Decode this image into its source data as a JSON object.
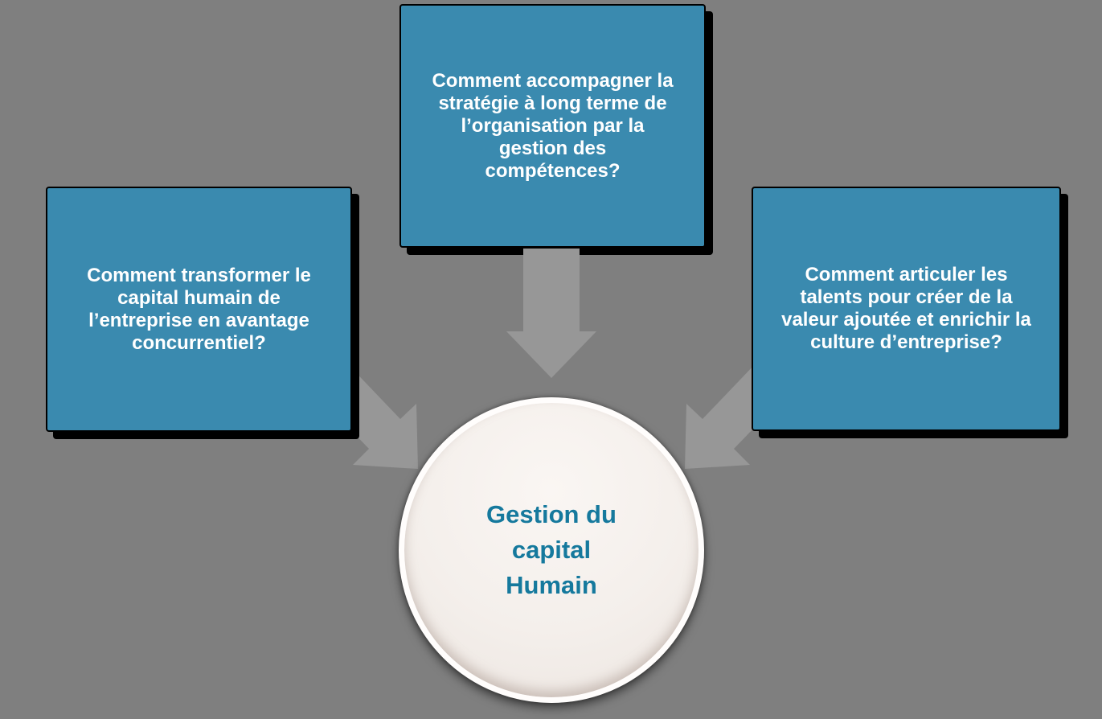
{
  "diagram": {
    "boxes": [
      {
        "id": "left",
        "text": "Comment transformer le\ncapital humain de\nl’entreprise en avantage\nconcurrentiel?"
      },
      {
        "id": "top",
        "text": "Comment accompagner la\nstratégie à long terme de\nl’organisation par la\ngestion des\ncompétences?"
      },
      {
        "id": "right",
        "text": "Comment articuler les\ntalents pour créer de la\nvaleur ajoutée et enrichir la\nculture d’entreprise?"
      }
    ],
    "center_circle": {
      "text": "Gestion du\ncapital\nHumain"
    }
  },
  "colors": {
    "background": "#7F7F7F",
    "box_fill": "#3A8AAF",
    "box_text": "#FFFFFF",
    "box_outline": "#000000",
    "arrow": "#979797",
    "circle_fill": "#F4EFEB",
    "circle_text": "#15799D"
  }
}
